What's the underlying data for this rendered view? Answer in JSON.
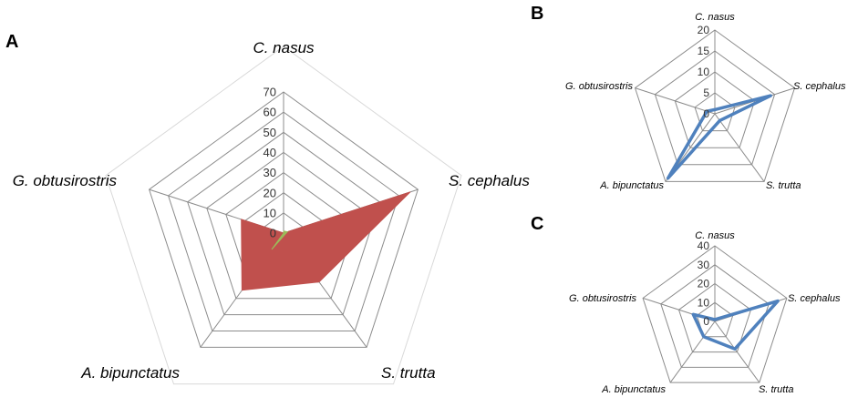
{
  "figure": {
    "panels": [
      {
        "letter": "A"
      },
      {
        "letter": "B"
      },
      {
        "letter": "C"
      }
    ]
  },
  "chart_data": [
    {
      "type": "radar",
      "panel": "A",
      "title": "",
      "axes": [
        "C. nasus",
        "S. cephalus",
        "S. trutta",
        "A. bipunctatus",
        "G. obtusirostris"
      ],
      "ticks": [
        0,
        10,
        20,
        30,
        40,
        50,
        60,
        70
      ],
      "ylim": [
        0,
        70
      ],
      "series": [
        {
          "values": [
            0,
            66,
            30,
            35,
            22
          ],
          "color": "#c0504d",
          "style": "filled"
        },
        {
          "values": [
            1,
            2,
            1,
            10,
            0
          ],
          "color": "#9bbb59",
          "style": "filled"
        }
      ]
    },
    {
      "type": "radar",
      "panel": "B",
      "title": "",
      "axes": [
        "C. nasus",
        "S. cephalus",
        "S. trutta",
        "A. bipunctatus",
        "G. obtusirostris"
      ],
      "ticks": [
        0,
        5,
        10,
        15,
        20
      ],
      "ylim": [
        0,
        20
      ],
      "series": [
        {
          "values": [
            1,
            14,
            2,
            19,
            2
          ],
          "color": "#4f81bd",
          "style": "line"
        }
      ]
    },
    {
      "type": "radar",
      "panel": "C",
      "title": "",
      "axes": [
        "C. nasus",
        "S. cephalus",
        "S. trutta",
        "A. bipunctatus",
        "G. obtusirostris"
      ],
      "ticks": [
        0,
        10,
        20,
        30,
        40
      ],
      "ylim": [
        0,
        40
      ],
      "series": [
        {
          "values": [
            1,
            35,
            18,
            10,
            12
          ],
          "color": "#4f81bd",
          "style": "line"
        }
      ]
    }
  ]
}
